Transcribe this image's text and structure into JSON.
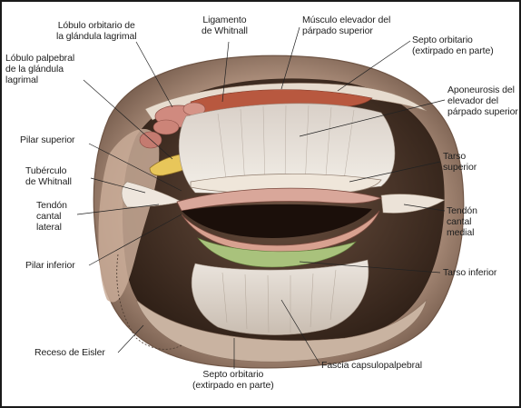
{
  "labels": {
    "lobulo_orbitario": "Lóbulo orbitario de\nla glándula lagrimal",
    "ligamento_whitnall": "Ligamento\nde Whitnall",
    "musculo_elevador": "Músculo elevador del\npárpado superior",
    "septo_orbitario_sup": "Septo orbitario\n(extirpado en parte)",
    "lobulo_palpebral": "Lóbulo palpebral\nde la glándula\nlagrimal",
    "aponeurosis": "Aponeurosis del\nelevador del\npárpado superior",
    "pilar_superior": "Pilar superior",
    "tarso_superior": "Tarso\nsuperior",
    "tuberculo_whitnall": "Tubérculo\nde Whitnall",
    "tendon_lateral": "Tendón\ncantal\nlateral",
    "tendon_medial": "Tendón\ncantal\nmedial",
    "pilar_inferior": "Pilar inferior",
    "tarso_inferior": "Tarso inferior",
    "receso_eisler": "Receso de Eisler",
    "fascia": "Fascia capsulopalpebral",
    "septo_orbitario_inf": "Septo orbitario\n(extirpado en parte)"
  }
}
